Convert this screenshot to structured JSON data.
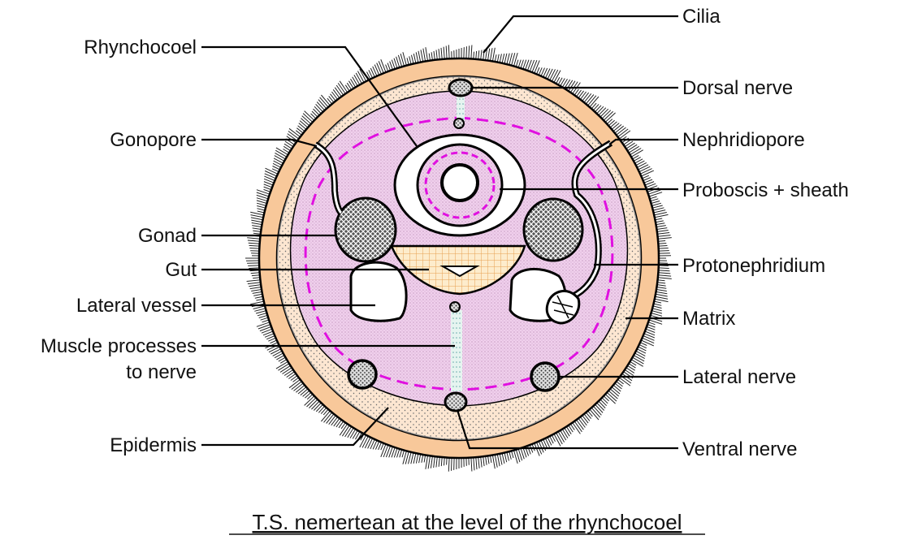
{
  "diagram": {
    "labels": {
      "rhynchocoel": "Rhynchocoel",
      "gonopore": "Gonopore",
      "gonad": "Gonad",
      "gut": "Gut",
      "lateral_vessel": "Lateral vessel",
      "muscle_processes_1": "Muscle processes",
      "muscle_processes_2": "to nerve",
      "epidermis": "Epidermis",
      "cilia": "Cilia",
      "dorsal_nerve": "Dorsal nerve",
      "nephridiopore": "Nephridiopore",
      "proboscis_sheath": "Proboscis + sheath",
      "protonephridium": "Protonephridium",
      "matrix": "Matrix",
      "lateral_nerve": "Lateral nerve",
      "ventral_nerve": "Ventral nerve"
    },
    "caption": "T.S. nemertean at the level of the rhynchocoel",
    "colors": {
      "epidermis": "#f8c89a",
      "tissue": "#f0d0ec",
      "dashed_line": "#e010e0",
      "gut": "#fdeccc",
      "gut_grid": "#e8a050",
      "outline": "#000000"
    }
  }
}
